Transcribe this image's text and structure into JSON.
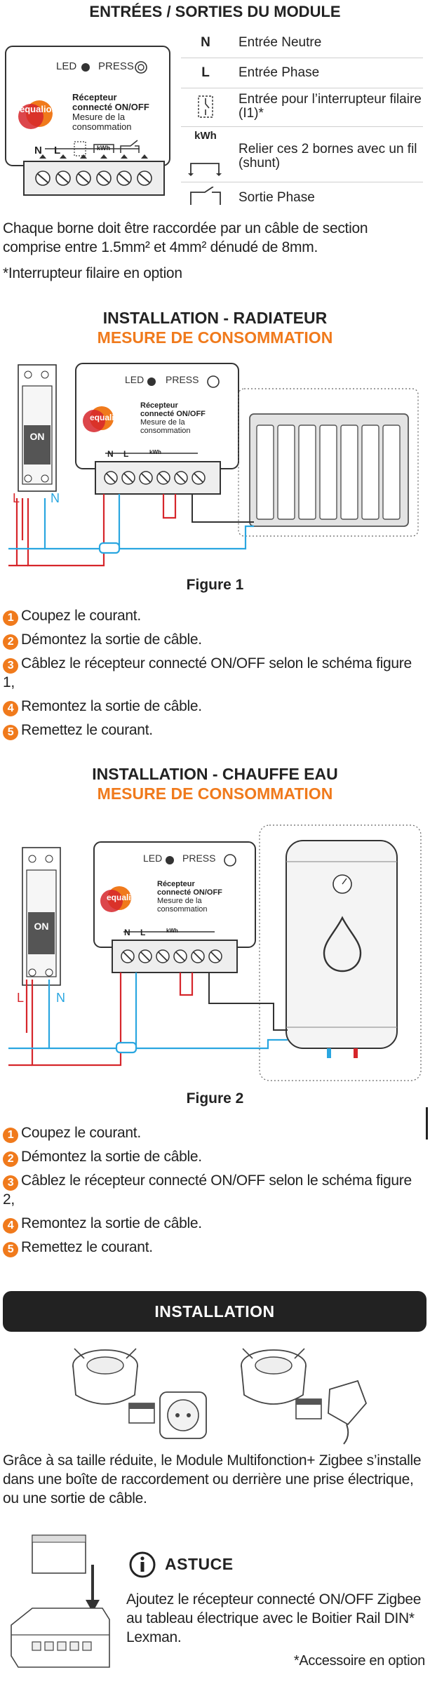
{
  "io_section": {
    "title": "ENTRÉES / SORTIES DU MODULE",
    "module": {
      "led_label": "LED",
      "press_label": "PRESS",
      "brand": "equalion",
      "product_line1": "Récepteur",
      "product_line2": "connecté ON/OFF",
      "product_line3": "Mesure de la",
      "product_line4": "consommation",
      "terminal_n": "N",
      "terminal_l": "L",
      "terminal_kwh": "kWh"
    },
    "legend": [
      {
        "symbol": "N",
        "text": "Entrée Neutre"
      },
      {
        "symbol": "L",
        "text": "Entrée Phase"
      },
      {
        "symbol": "",
        "text": "Entrée pour l’interrupteur filaire (I1)*"
      },
      {
        "symbol": "kWh",
        "text": "Relier ces 2 bornes avec un fil (shunt)"
      },
      {
        "symbol": "",
        "text": "Sortie Phase"
      }
    ],
    "cable_note": "Chaque borne doit être raccordée par un câble de section comprise entre 1.5mm² et 4mm² dénudé de 8mm.",
    "switch_note": "*Interrupteur filaire en option"
  },
  "radiator": {
    "title": "INSTALLATION - RADIATEUR",
    "subtitle": "MESURE DE CONSOMMATION",
    "breaker_label": "ON",
    "wire_l": "L",
    "wire_n": "N",
    "figure": "Figure 1",
    "steps": [
      {
        "n": "1",
        "text": "Coupez le courant."
      },
      {
        "n": "2",
        "text": "Démontez la sortie de câble."
      },
      {
        "n": "3",
        "text": "Câblez le récepteur connecté ON/OFF selon le schéma figure 1,"
      },
      {
        "n": "4",
        "text": "Remontez la sortie de câble."
      },
      {
        "n": "5",
        "text": "Remettez le courant."
      }
    ]
  },
  "water_heater": {
    "title": "INSTALLATION - CHAUFFE EAU",
    "subtitle": "MESURE DE CONSOMMATION",
    "breaker_label": "ON",
    "wire_l": "L",
    "wire_n": "N",
    "figure": "Figure 2",
    "steps": [
      {
        "n": "1",
        "text": "Coupez le courant."
      },
      {
        "n": "2",
        "text": "Démontez la sortie de câble."
      },
      {
        "n": "3",
        "text": "Câblez le récepteur connecté ON/OFF selon le schéma figure 2,"
      },
      {
        "n": "4",
        "text": "Remontez la sortie de câble."
      },
      {
        "n": "5",
        "text": "Remettez le courant."
      }
    ]
  },
  "installation": {
    "banner": "INSTALLATION",
    "text": "Grâce à sa taille réduite, le Module Multifonction+ Zigbee s’installe dans une boîte de raccordement ou derrière une prise électrique, ou une sortie de câble."
  },
  "tip": {
    "title": "ASTUCE",
    "text": "Ajoutez le récepteur connecté ON/OFF Zigbee au tableau électrique avec le Boitier Rail DIN* Lexman.",
    "note": "*Accessoire en option"
  },
  "colors": {
    "accent": "#f07a1c",
    "phase_wire": "#d6262b",
    "neutral_wire": "#2aa6e0",
    "dark": "#222222"
  }
}
